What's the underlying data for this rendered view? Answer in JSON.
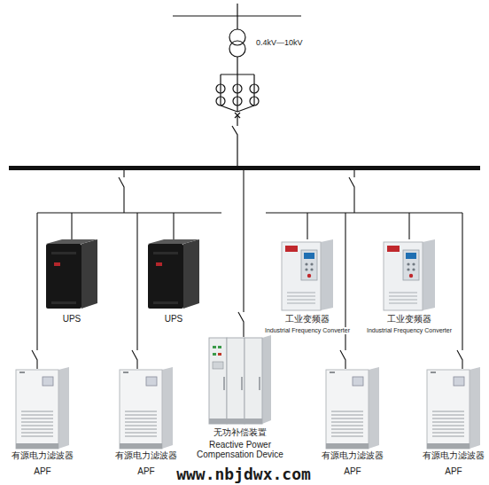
{
  "diagram": {
    "nodes": [
      {
        "text": [
          "UPS"
        ]
      },
      {
        "text": [
          "UPS"
        ]
      },
      {
        "text": [
          "工业变频器",
          "Industrial Frequency Converter"
        ]
      },
      {
        "text": [
          "工业变频器",
          "Industrial Frequency Converter"
        ]
      },
      {
        "text": [
          "无功补偿装置",
          "Reactive Power Compensation Device"
        ]
      },
      {
        "text": [
          "有源电力滤波器",
          "APF"
        ]
      },
      {
        "text": [
          "有源电力滤波器",
          "APF"
        ]
      },
      {
        "text": [
          "有源电力滤波器",
          "APF"
        ]
      },
      {
        "text": [
          "有源电力滤波器",
          "APF"
        ]
      }
    ],
    "labels": [
      "0.4kV—10kV",
      "www.nbjdwx.com"
    ]
  }
}
